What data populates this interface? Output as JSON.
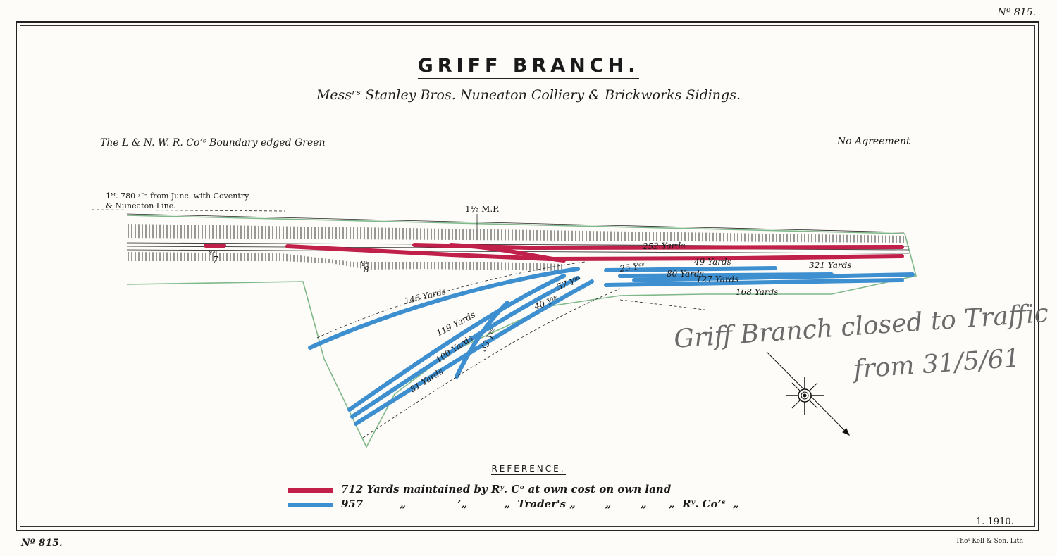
{
  "plate": {
    "number_top": "Nº 815.",
    "number_bottom": "Nº 815.",
    "date": "1. 1910.",
    "printer": "Thoˢ Kell & Son. Lith"
  },
  "title": "GRIFF BRANCH.",
  "subtitle": "Messʳˢ Stanley Bros. Nuneaton Colliery & Brickworks Sidings",
  "boundary_note": "The L & N. W. R. Coʼˢ Boundary edged Green",
  "agreement_note": "No Agreement",
  "junction_note": [
    "1ᴹ. 780 ʸᴰˢ from Junc. with Coventry",
    "& Nuneaton Line."
  ],
  "milepost": "1½ M.P.",
  "track_labels": {
    "t252": "252 Yards",
    "t49": "49 Yards",
    "t321": "321 Yards",
    "t80": "80 Yards",
    "t127": "127 Yards",
    "t168": "168 Yards",
    "t25": "25 Yᵈˢ",
    "t57": "57 Yᵈˢ",
    "t40": "40 Yᵈˢ",
    "t146": "146 Yards",
    "t119": "119 Yards",
    "t100": "100 Yards",
    "t33": "33 Yᵈˢ",
    "t81": "81 Yards",
    "t7": "7",
    "t8": "8",
    "yds": "Yᵈˢ"
  },
  "reference": {
    "heading": "REFERENCE.",
    "row1": "712  Yards  maintained  by  Rʸ. Cᵒ  at  own  cost  on  own  land",
    "row2": "957          „              ʼ„          „  Trader's „        „        „      „  Rʸ. Coʼˢ  „"
  },
  "handwritten": {
    "line1": "Griff   Branch  closed  to  Traffic",
    "line2": "from  31/5/61"
  },
  "colors": {
    "company_track": "#c0204a",
    "trader_track": "#3d8fd0",
    "boundary": "#7fb88a",
    "ink": "#1a1a1a"
  }
}
